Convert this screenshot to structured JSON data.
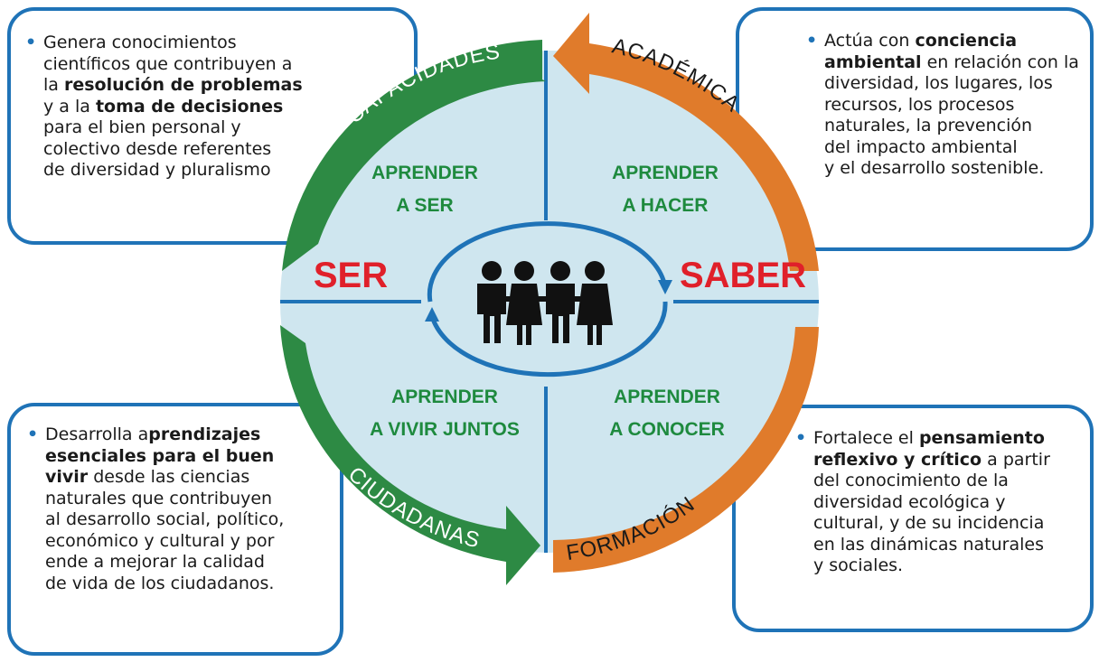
{
  "boxes": {
    "top_left": {
      "lines": [
        [
          {
            "t": "Genera conocimientos"
          }
        ],
        [
          {
            "t": "científicos que contribuyen a"
          }
        ],
        [
          {
            "t": "la "
          },
          {
            "t": "resolución de problemas",
            "b": true
          }
        ],
        [
          {
            "t": "y a la "
          },
          {
            "t": "toma de decisiones",
            "b": true
          }
        ],
        [
          {
            "t": "para el bien personal y"
          }
        ],
        [
          {
            "t": "colectivo desde referentes"
          }
        ],
        [
          {
            "t": "de diversidad y pluralismo"
          }
        ]
      ]
    },
    "top_right": {
      "lines": [
        [
          {
            "t": "Actúa con "
          },
          {
            "t": "conciencia",
            "b": true
          }
        ],
        [
          {
            "t": "ambiental",
            "b": true
          },
          {
            "t": " en relación con la"
          }
        ],
        [
          {
            "t": "diversidad, los lugares, los"
          }
        ],
        [
          {
            "t": "recursos,  los procesos"
          }
        ],
        [
          {
            "t": "naturales, la  prevención"
          }
        ],
        [
          {
            "t": "del impacto ambiental"
          }
        ],
        [
          {
            "t": "y el desarrollo sostenible."
          }
        ]
      ]
    },
    "bottom_left": {
      "lines": [
        [
          {
            "t": "Desarrolla a"
          },
          {
            "t": "prendizajes",
            "b": true
          }
        ],
        [
          {
            "t": "esenciales para el buen",
            "b": true
          }
        ],
        [
          {
            "t": "vivir",
            "b": true
          },
          {
            "t": " desde las ciencias"
          }
        ],
        [
          {
            "t": "naturales que contribuyen"
          }
        ],
        [
          {
            "t": "al desarrollo social, político,"
          }
        ],
        [
          {
            "t": "económico y cultural y por"
          }
        ],
        [
          {
            "t": "ende a mejorar la calidad"
          }
        ],
        [
          {
            "t": "de vida de los ciudadanos."
          }
        ]
      ]
    },
    "bottom_right": {
      "lines": [
        [
          {
            "t": "Fortalece el "
          },
          {
            "t": "pensamiento",
            "b": true
          }
        ],
        [
          {
            "t": "reflexivo y crítico",
            "b": true
          },
          {
            "t": " a partir"
          }
        ],
        [
          {
            "t": "del conocimiento de la"
          }
        ],
        [
          {
            "t": "diversidad ecológica y"
          }
        ],
        [
          {
            "t": "cultural, y de su incidencia"
          }
        ],
        [
          {
            "t": "en las dinámicas naturales"
          }
        ],
        [
          {
            "t": "y sociales."
          }
        ]
      ]
    }
  },
  "quadrants": {
    "tl": [
      "APRENDER",
      "A SER"
    ],
    "tr": [
      "APRENDER",
      "A HACER"
    ],
    "bl": [
      "APRENDER",
      "A VIVIR JUNTOS"
    ],
    "br": [
      "APRENDER",
      "A CONOCER"
    ]
  },
  "center": {
    "left": "SER",
    "right": "SABER"
  },
  "arrows": {
    "capacidades": "CAPACIDADES",
    "academica": "ACADÉMICA",
    "ciudadanas": "CIUDADANAS",
    "formacion": "FORMACIÓN"
  },
  "colors": {
    "green": "#2d8a44",
    "orange": "#e07b2b",
    "blue": "#1f73b7",
    "circle_fill": "#cfe6ef",
    "red": "#e0202a"
  },
  "icons": [
    "people-group-icon",
    "cycle-arrows-icon"
  ]
}
